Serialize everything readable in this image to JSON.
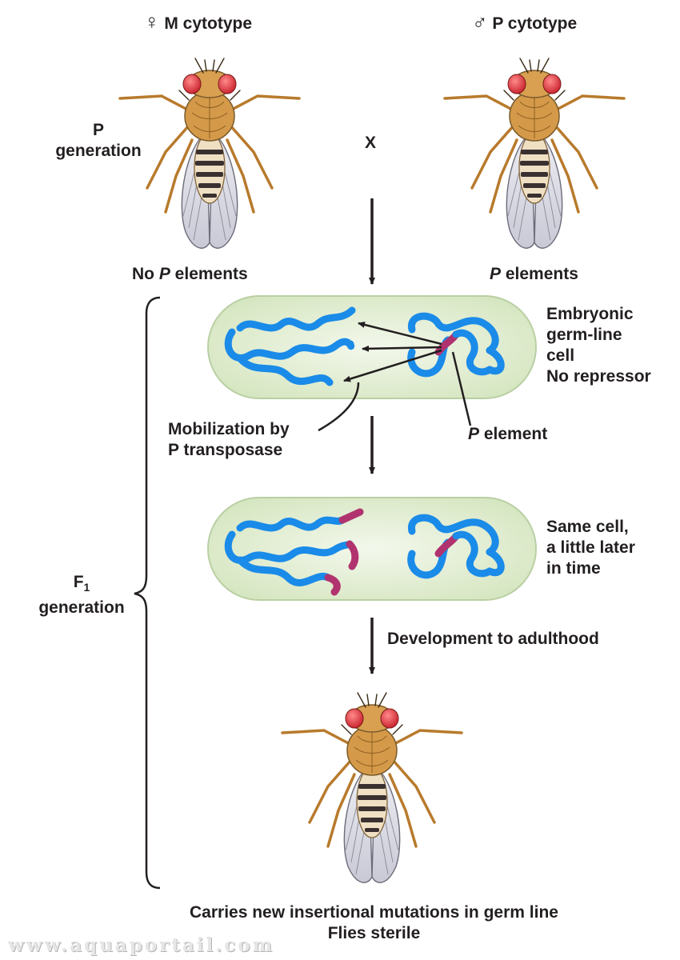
{
  "parents": {
    "female": {
      "symbol": "♀",
      "label": "M cytotype",
      "caption_pre": "No ",
      "caption_italic": "P",
      "caption_post": " elements"
    },
    "male": {
      "symbol": "♂",
      "label": "P cytotype",
      "caption_italic": "P",
      "caption_post": " elements"
    },
    "cross": "X"
  },
  "generations": {
    "p_line1": "P",
    "p_line2": "generation",
    "f1_letter": "F",
    "f1_sub": "1",
    "f1_line2": "generation"
  },
  "cell1": {
    "labels": [
      "Embryonic",
      "germ-line",
      "cell",
      "No repressor"
    ],
    "mobilization": [
      "Mobilization by",
      "P transposase"
    ],
    "p_element_italic": "P",
    "p_element_text": " element"
  },
  "cell2": {
    "labels": [
      "Same cell,",
      "a little later",
      "in time"
    ]
  },
  "development": "Development to adulthood",
  "footer": [
    "Carries new insertional mutations in germ line",
    "Flies sterile"
  ],
  "watermark": "www.aquaportail.com",
  "colors": {
    "dna": "#1a8be8",
    "p_element": "#b0336f",
    "cell_fill": "#e4efd6",
    "cell_stroke": "#b9cfa3",
    "body": "#d49a4a",
    "eye": "#e24850"
  }
}
